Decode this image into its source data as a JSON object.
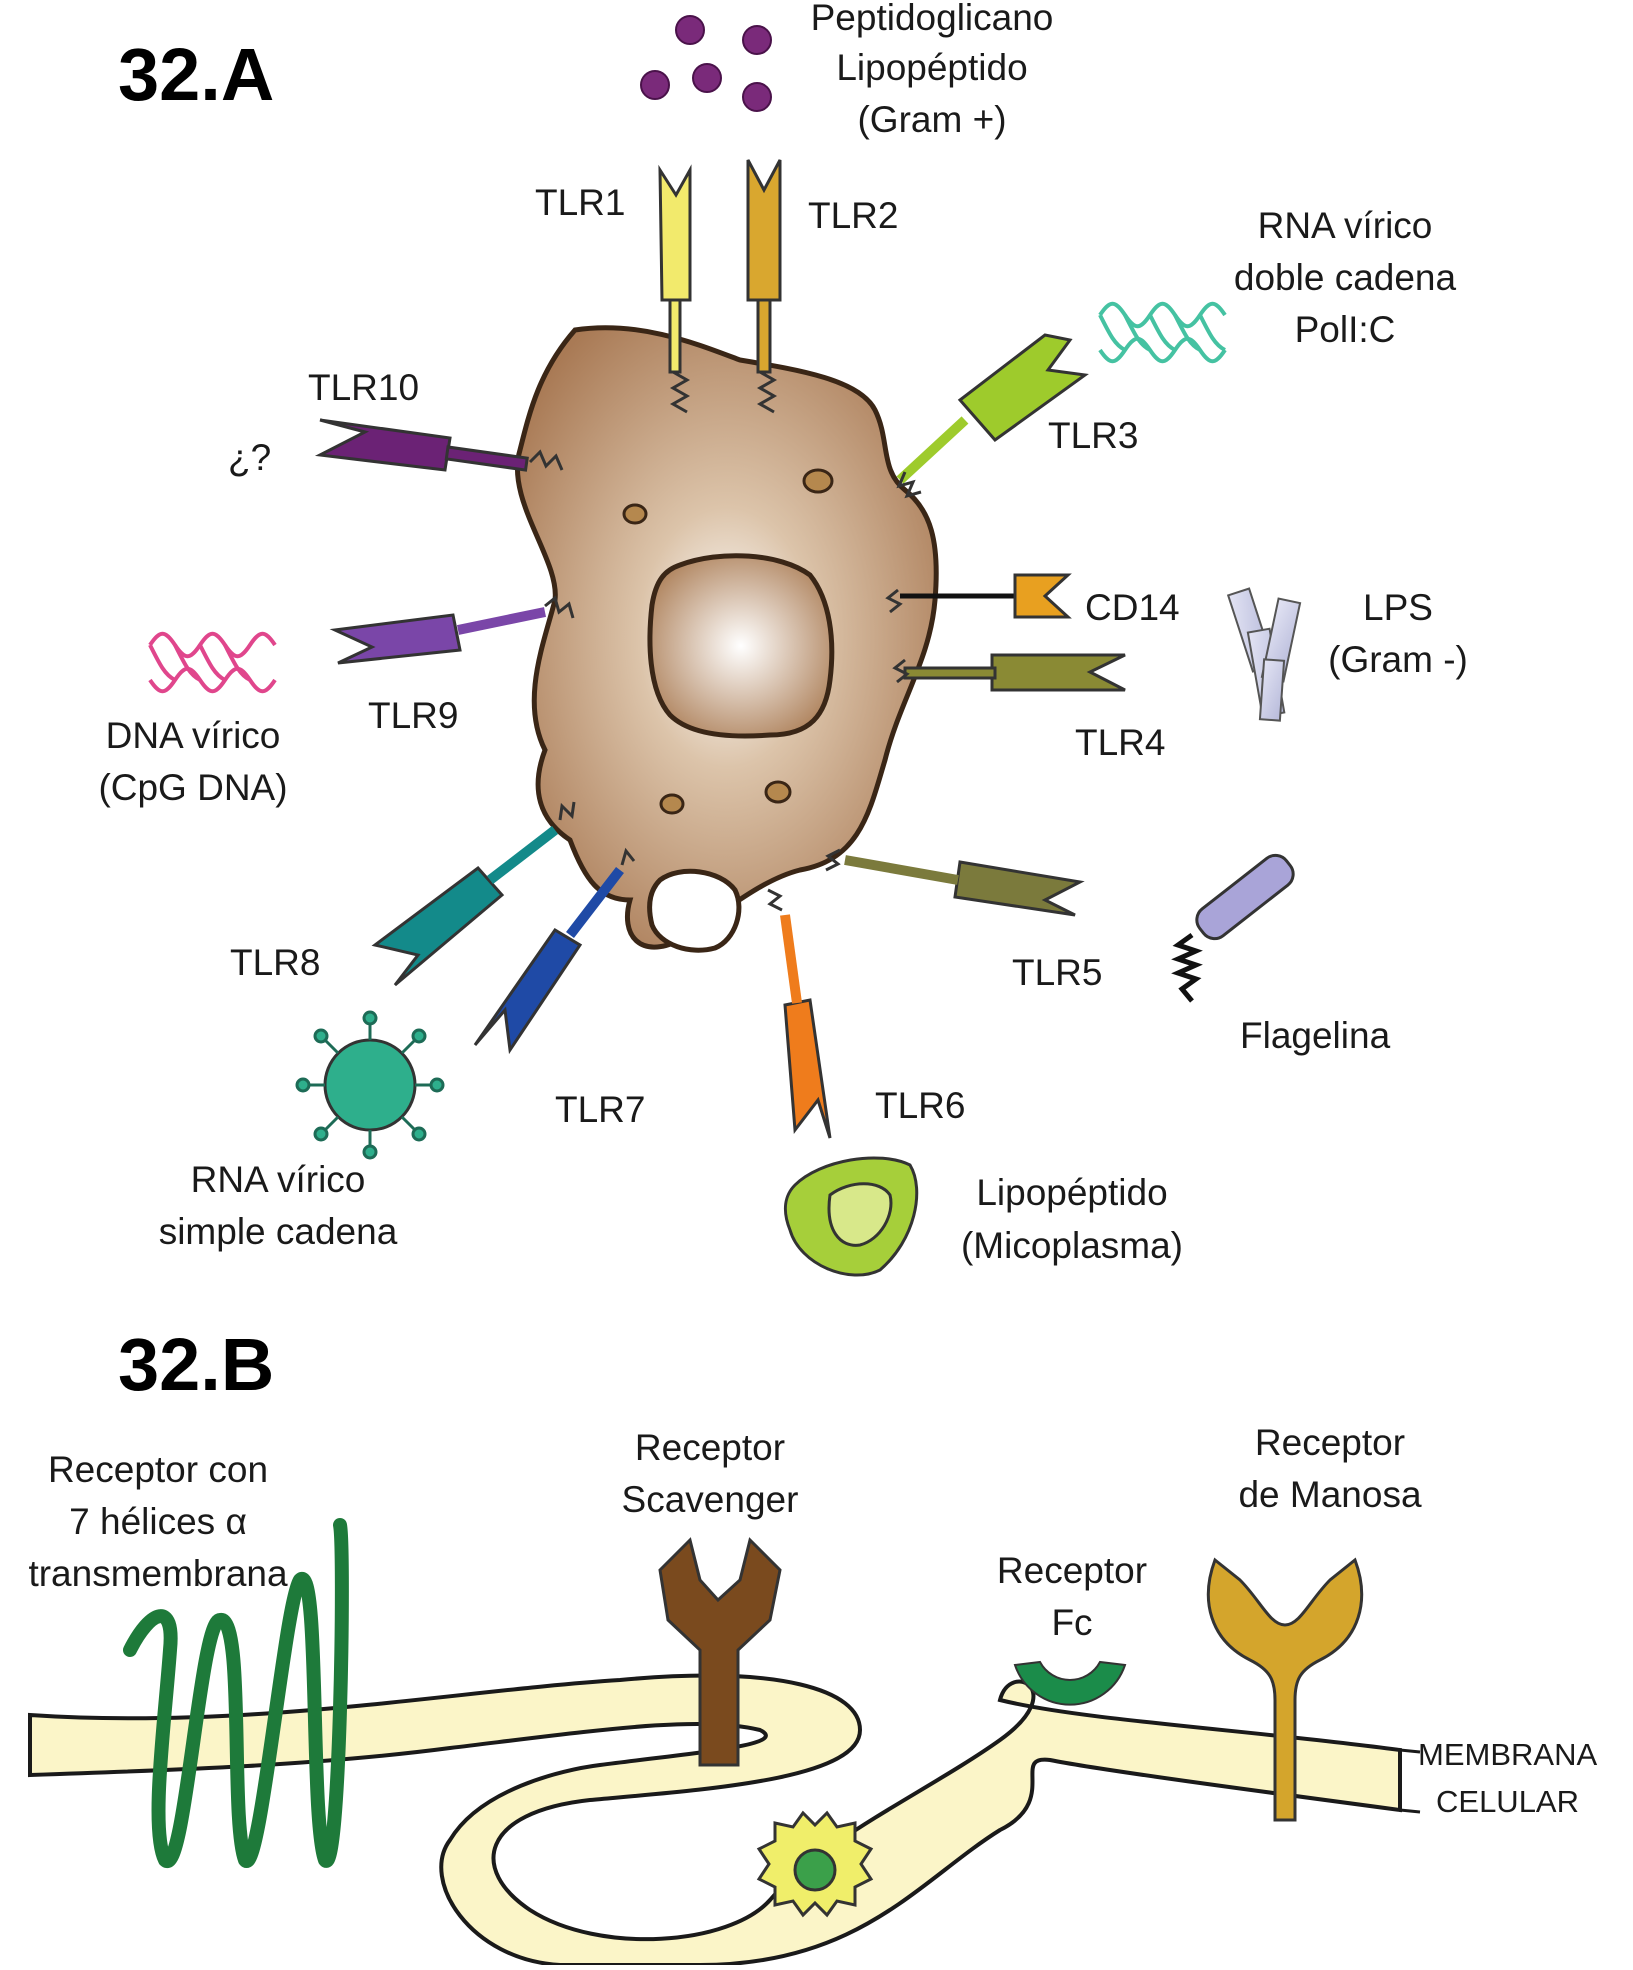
{
  "panel_a": {
    "title": "32.A",
    "ligand_gram_pos": [
      "Peptidoglicano",
      "Lipopéptido",
      "(Gram +)"
    ],
    "ligand_dsrna": [
      "RNA vírico",
      "doble cadena",
      "PolI:C"
    ],
    "ligand_lps": [
      "LPS",
      "(Gram -)"
    ],
    "ligand_flagelin": "Flagelina",
    "ligand_mycoplasma": [
      "Lipopéptido",
      "(Micoplasma)"
    ],
    "ligand_ssrna": [
      "RNA vírico",
      "simple cadena"
    ],
    "ligand_cpg": [
      "DNA vírico",
      "(CpG DNA)"
    ],
    "tlr10_ligand": "¿?",
    "receptors": {
      "tlr1": "TLR1",
      "tlr2": "TLR2",
      "tlr3": "TLR3",
      "cd14": "CD14",
      "tlr4": "TLR4",
      "tlr5": "TLR5",
      "tlr6": "TLR6",
      "tlr7": "TLR7",
      "tlr8": "TLR8",
      "tlr9": "TLR9",
      "tlr10": "TLR10"
    },
    "colors": {
      "cell": "#a97a55",
      "tlr1": "#f2ea6c",
      "tlr2": "#d9a72f",
      "tlr3": "#9ecb2c",
      "cd14": "#e8a020",
      "tlr4": "#8a8a34",
      "tlr5": "#7b7a3c",
      "tlr6": "#ef7c1c",
      "tlr7": "#1f4aa6",
      "tlr8": "#138a8a",
      "tlr9": "#7a46a8",
      "tlr10": "#6b2275",
      "gram_pos": "#7a2a7a",
      "dsrna": "#45c2a2",
      "cpg": "#e0468c",
      "lps": "#c6c9e6",
      "flagelin": "#a9a4d8",
      "virus": "#2eaf8c",
      "mycoplasma": "#a6cf3a"
    }
  },
  "panel_b": {
    "title": "32.B",
    "seven_helix": [
      "Receptor con",
      "7 hélices α",
      "transmembrana"
    ],
    "scavenger": [
      "Receptor",
      "Scavenger"
    ],
    "fc": [
      "Receptor",
      "Fc"
    ],
    "mannose": [
      "Receptor",
      "de Manosa"
    ],
    "membrane": [
      "MEMBRANA",
      "CELULAR"
    ],
    "colors": {
      "membrane_fill": "#fbf5c8",
      "seven_helix": "#1e7a3a",
      "scavenger": "#7a4a1e",
      "fc": "#1b8c4a",
      "mannose": "#d4a52c",
      "particle": "#f0ee6a",
      "particle_core": "#3ba04a"
    }
  }
}
